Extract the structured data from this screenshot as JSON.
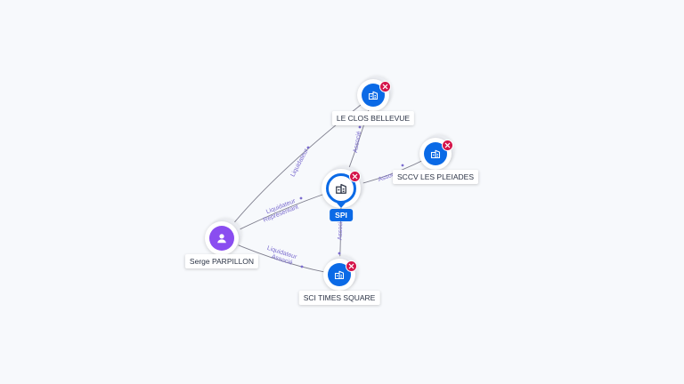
{
  "colors": {
    "company_blue": "#0b6ae6",
    "person_purple": "#8a4df0",
    "badge_red": "#d4144a",
    "edge_label": "#7b6ccf",
    "background": "#f7f9fc"
  },
  "icons": {
    "company": "building-icon",
    "person": "person-icon",
    "removed": "close-badge-icon"
  },
  "nodes": [
    {
      "id": "le-clos-bellevue",
      "label": "LE CLOS BELLEVUE",
      "kind": "company",
      "status": "removed"
    },
    {
      "id": "sccv-les-pleiades",
      "label": "SCCV LES PLEIADES",
      "kind": "company",
      "status": "removed"
    },
    {
      "id": "spi",
      "label": "SPI",
      "kind": "company",
      "status": "removed",
      "focus": true
    },
    {
      "id": "serge-parpillon",
      "label": "Serge PARPILLON",
      "kind": "person"
    },
    {
      "id": "sci-times-square",
      "label": "SCI TIMES SQUARE",
      "kind": "company",
      "status": "removed"
    }
  ],
  "edges": [
    {
      "from": "serge-parpillon",
      "to": "le-clos-bellevue",
      "labels": [
        "Liquidateur"
      ]
    },
    {
      "from": "serge-parpillon",
      "to": "spi",
      "labels": [
        "Liquidateur",
        "Représentant"
      ]
    },
    {
      "from": "serge-parpillon",
      "to": "sci-times-square",
      "labels": [
        "Liquidateur",
        "Associé"
      ]
    },
    {
      "from": "spi",
      "to": "le-clos-bellevue",
      "labels": [
        "Associé"
      ]
    },
    {
      "from": "spi",
      "to": "sccv-les-pleiades",
      "labels": [
        "Associé"
      ]
    },
    {
      "from": "spi",
      "to": "sci-times-square",
      "labels": [
        "Associé"
      ]
    }
  ]
}
